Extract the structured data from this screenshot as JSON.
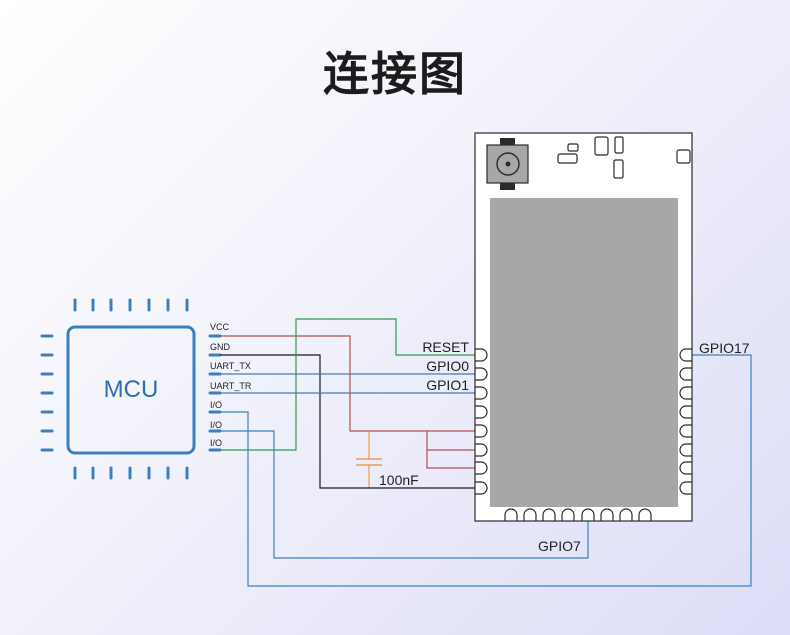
{
  "title": "连接图",
  "mcu": {
    "label": "MCU",
    "pins": [
      "VCC",
      "GND",
      "UART_TX",
      "UART_TR",
      "I/O",
      "I/O",
      "I/O"
    ]
  },
  "module": {
    "left_pins": [
      "RESET",
      "GPIO0",
      "GPIO1"
    ],
    "right_pin": "GPIO17",
    "bottom_pin": "GPIO7"
  },
  "capacitor_label": "100nF",
  "colors": {
    "mcu_stroke": "#3a7fc1",
    "mcu_text": "#2f6fae",
    "wire_red": "#b05050",
    "wire_green": "#2e9a4a",
    "wire_blue": "#3a80c0",
    "wire_black": "#1a1a1a",
    "capacitor": "#e8a050",
    "shield": "#a7a7a7"
  }
}
